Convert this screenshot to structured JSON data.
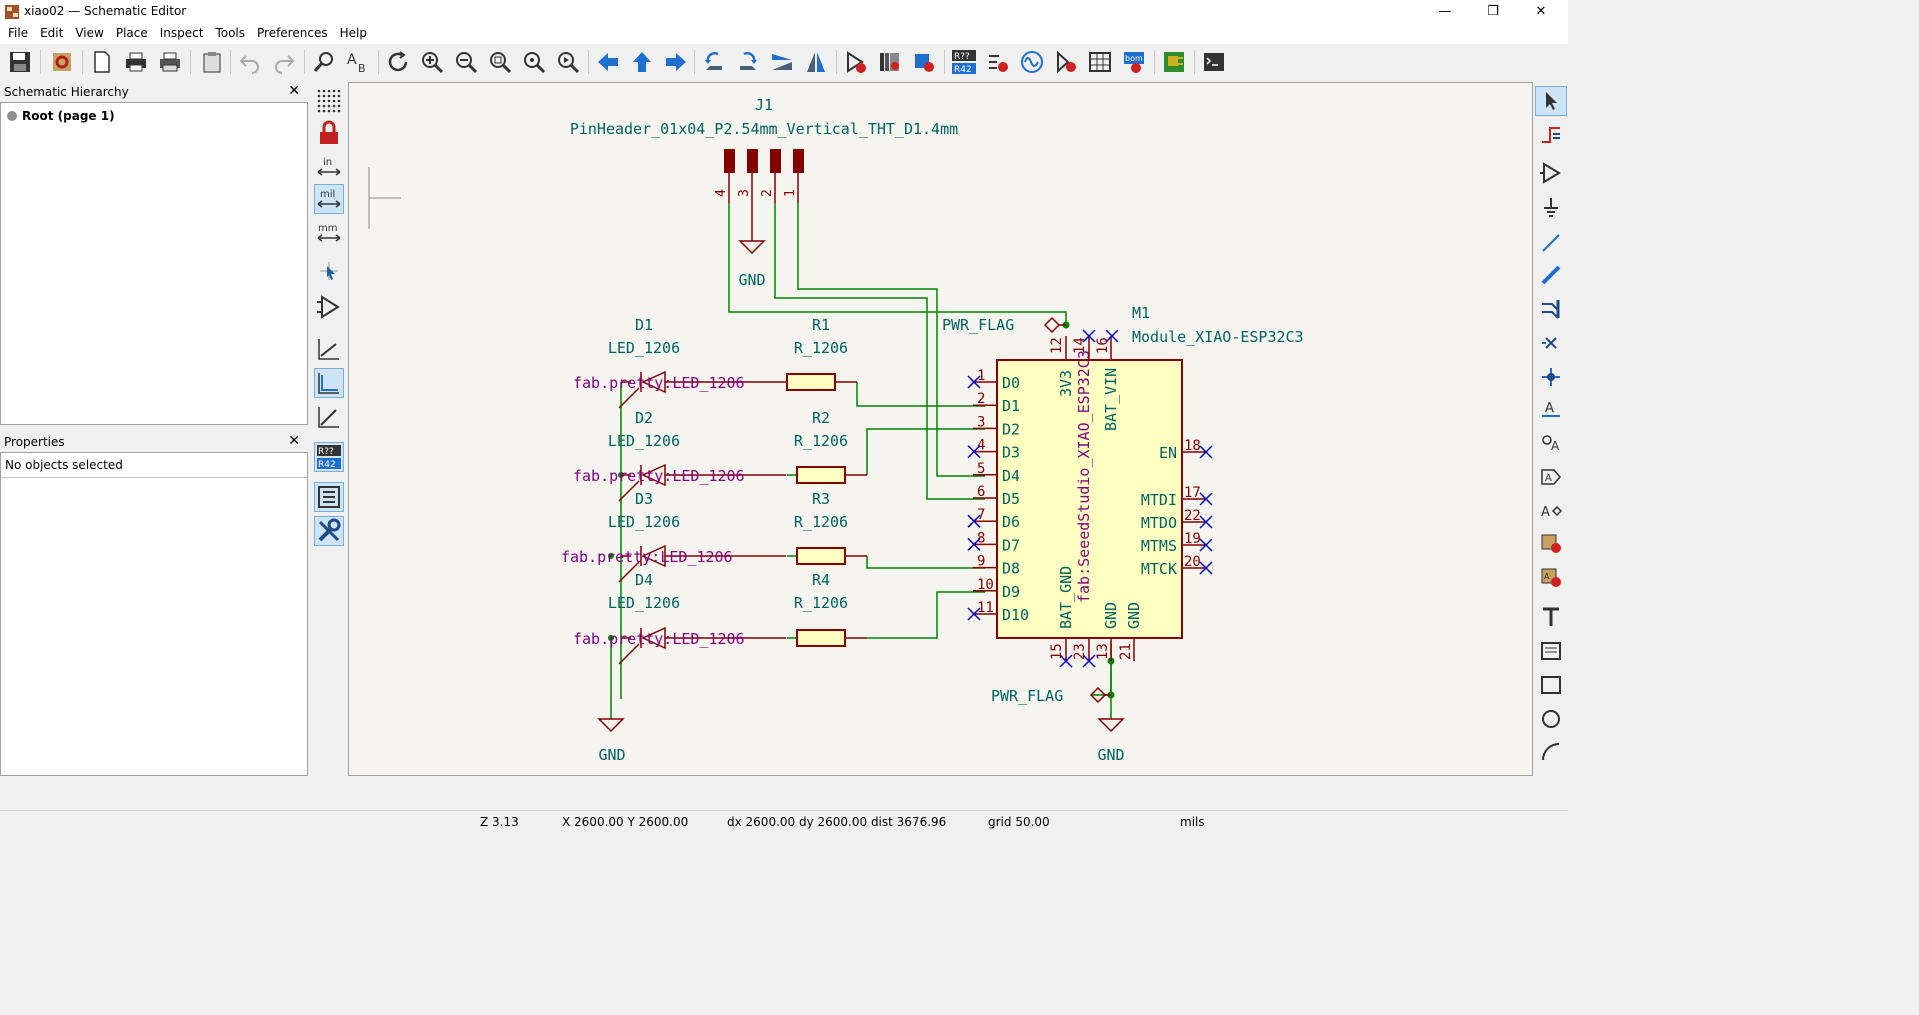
{
  "window": {
    "title": "xiao02 — Schematic Editor",
    "minimize": "—",
    "maximize": "❐",
    "close": "✕"
  },
  "menu": [
    "File",
    "Edit",
    "View",
    "Place",
    "Inspect",
    "Tools",
    "Preferences",
    "Help"
  ],
  "toolbar": {
    "items": [
      "save-icon",
      "schematic-setup-icon",
      "page-settings-icon",
      "print-icon",
      "plot-icon",
      "paste-icon",
      "undo-icon",
      "redo-icon",
      "find-icon",
      "find-replace-icon",
      "refresh-icon",
      "zoom-in-icon",
      "zoom-out-icon",
      "zoom-fit-icon",
      "zoom-objects-icon",
      "zoom-selection-icon",
      "navigate-back-icon",
      "navigate-up-icon",
      "navigate-forward-icon",
      "rotate-ccw-icon",
      "rotate-cw-icon",
      "mirror-vertical-icon",
      "mirror-horizontal-icon",
      "symbol-editor-icon",
      "symbol-browser-icon",
      "footprint-assign-icon",
      "annotate-icon",
      "erc-icon",
      "simulator-icon",
      "bom-icon",
      "symbol-fields-table-icon",
      "generate-bom-icon",
      "pcb-editor-icon",
      "scripting-console-icon"
    ]
  },
  "hierarchy_panel": {
    "title": "Schematic Hierarchy",
    "close": "✕",
    "root_label": "Root (page 1)"
  },
  "properties_panel": {
    "title": "Properties",
    "close": "✕",
    "empty_text": "No objects selected"
  },
  "left_tools": {
    "inch_label": "in",
    "mil_label": "mil",
    "mm_label": "mm",
    "annotate_top": "R??",
    "annotate_bottom": "R42"
  },
  "right_tools": [
    "select-icon",
    "highlight-net-icon",
    "add-symbol-icon",
    "add-power-icon",
    "add-wire-icon",
    "add-bus-icon",
    "add-bus-entry-icon",
    "no-connect-icon",
    "add-junction-icon",
    "add-label-icon",
    "add-global-label-icon",
    "add-hierarchical-label-icon",
    "add-directive-label-icon",
    "add-sheet-icon",
    "import-sheet-pin-icon",
    "add-text-icon",
    "add-textbox-icon",
    "add-rectangle-icon",
    "add-circle-icon",
    "add-arc-icon"
  ],
  "schematic": {
    "j1": {
      "ref": "J1",
      "value": "PinHeader_01x04_P2.54mm_Vertical_THT_D1.4mm",
      "pins": [
        "4",
        "3",
        "2",
        "1"
      ]
    },
    "gnd_top": "GND",
    "gnd_left": "GND",
    "gnd_right": "GND",
    "pwr_flag_top": "PWR_FLAG",
    "pwr_flag_bottom": "PWR_FLAG",
    "m1": {
      "ref": "M1",
      "value": "Module_XIAO-ESP32C3",
      "footprint_text": "fab:SeeedStudio_XIAO_ESP32C3",
      "left_pins": [
        {
          "num": "1",
          "name": "D0"
        },
        {
          "num": "2",
          "name": "D1"
        },
        {
          "num": "3",
          "name": "D2"
        },
        {
          "num": "4",
          "name": "D3"
        },
        {
          "num": "5",
          "name": "D4"
        },
        {
          "num": "6",
          "name": "D5"
        },
        {
          "num": "7",
          "name": "D6"
        },
        {
          "num": "8",
          "name": "D7"
        },
        {
          "num": "9",
          "name": "D8"
        },
        {
          "num": "10",
          "name": "D9"
        },
        {
          "num": "11",
          "name": "D10"
        }
      ],
      "right_pins": [
        {
          "num": "18",
          "name": "EN"
        },
        {
          "num": "17",
          "name": "MTDI"
        },
        {
          "num": "22",
          "name": "MTDO"
        },
        {
          "num": "19",
          "name": "MTMS"
        },
        {
          "num": "20",
          "name": "MTCK"
        }
      ],
      "top_pins": [
        {
          "num": "12",
          "name": "3V3"
        },
        {
          "num": "14",
          "name": ""
        },
        {
          "num": "16",
          "name": "BAT_VIN"
        }
      ],
      "bottom_pins": [
        {
          "num": "15",
          "name": "BAT_GND"
        },
        {
          "num": "23",
          "name": ""
        },
        {
          "num": "13",
          "name": "GND"
        },
        {
          "num": "21",
          "name": "GND"
        }
      ]
    },
    "leds": [
      {
        "ref": "D1",
        "value": "LED_1206",
        "footprint": "fab.pretty:LED_1206"
      },
      {
        "ref": "D2",
        "value": "LED_1206",
        "footprint": "fab.pretty:LED_1206"
      },
      {
        "ref": "D3",
        "value": "LED_1206",
        "footprint": "fab.pretty:LED_1206"
      },
      {
        "ref": "D4",
        "value": "LED_1206",
        "footprint": "fab.pretty:LED_1206"
      }
    ],
    "resistors": [
      {
        "ref": "R1",
        "value": "R_1206"
      },
      {
        "ref": "R2",
        "value": "R_1206"
      },
      {
        "ref": "R3",
        "value": "R_1206"
      },
      {
        "ref": "R4",
        "value": "R_1206"
      }
    ]
  },
  "status": {
    "zoom": "Z 3.13",
    "xy": "X 2600.00  Y 2600.00",
    "delta": "dx 2600.00  dy 2600.00  dist 3676.96",
    "grid": "grid 50.00",
    "units": "mils"
  },
  "colors": {
    "wire": "#008400",
    "symbol": "#840000",
    "body_fill": "#ffffc2",
    "label": "#006464",
    "footprint": "#840084",
    "no_connect": "#0000c8",
    "canvas": "#f5f4ef",
    "toolbar_active": "#cde4f7"
  }
}
